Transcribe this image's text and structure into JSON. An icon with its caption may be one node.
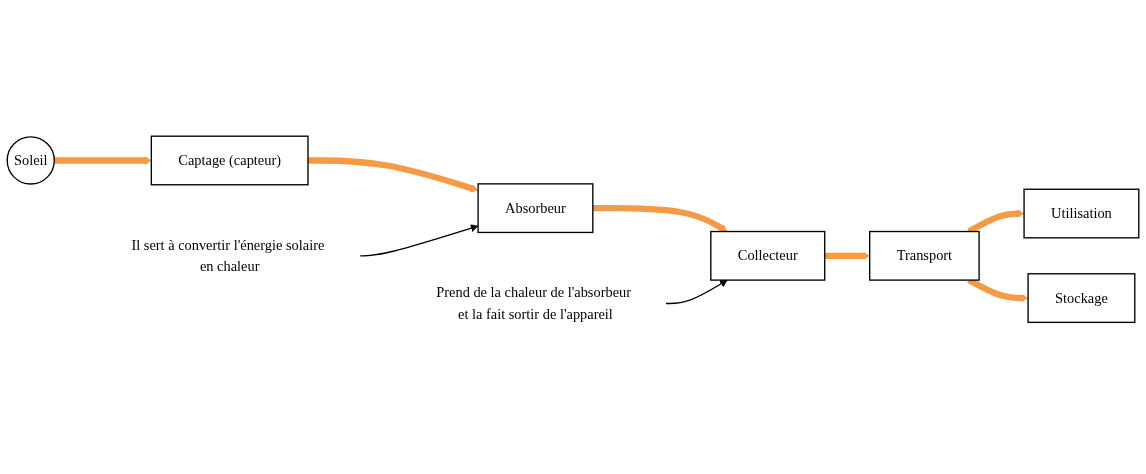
{
  "diagram": {
    "nodes": [
      {
        "text": [
          "Soleil"
        ]
      },
      {
        "text": [
          "Captage (capteur)"
        ]
      },
      {
        "text": [
          "Absorbeur"
        ]
      },
      {
        "text": [
          "Collecteur"
        ]
      },
      {
        "text": [
          "Transport"
        ]
      },
      {
        "text": [
          "Utilisation"
        ]
      },
      {
        "text": [
          "Stockage"
        ]
      },
      {
        "text": [
          "Il sert à convertir l'énergie solaire en chaleur"
        ]
      },
      {
        "text": [
          "Prend de la chaleur de l'absorbeur et la fait sortir de l'appareil"
        ]
      }
    ],
    "edges": [
      {
        "from": 0,
        "to": 1,
        "arrow": "to"
      },
      {
        "from": 1,
        "to": 2,
        "arrow": "to"
      },
      {
        "from": 2,
        "to": 3,
        "arrow": "to"
      },
      {
        "from": 3,
        "to": 4,
        "arrow": "to"
      },
      {
        "from": 4,
        "to": 5,
        "arrow": "to"
      },
      {
        "from": 4,
        "to": 6,
        "arrow": "to"
      },
      {
        "from": 7,
        "to": 2,
        "arrow": "to",
        "color": "#000000"
      },
      {
        "from": 8,
        "to": 3,
        "arrow": "to",
        "color": "#000000"
      }
    ]
  }
}
